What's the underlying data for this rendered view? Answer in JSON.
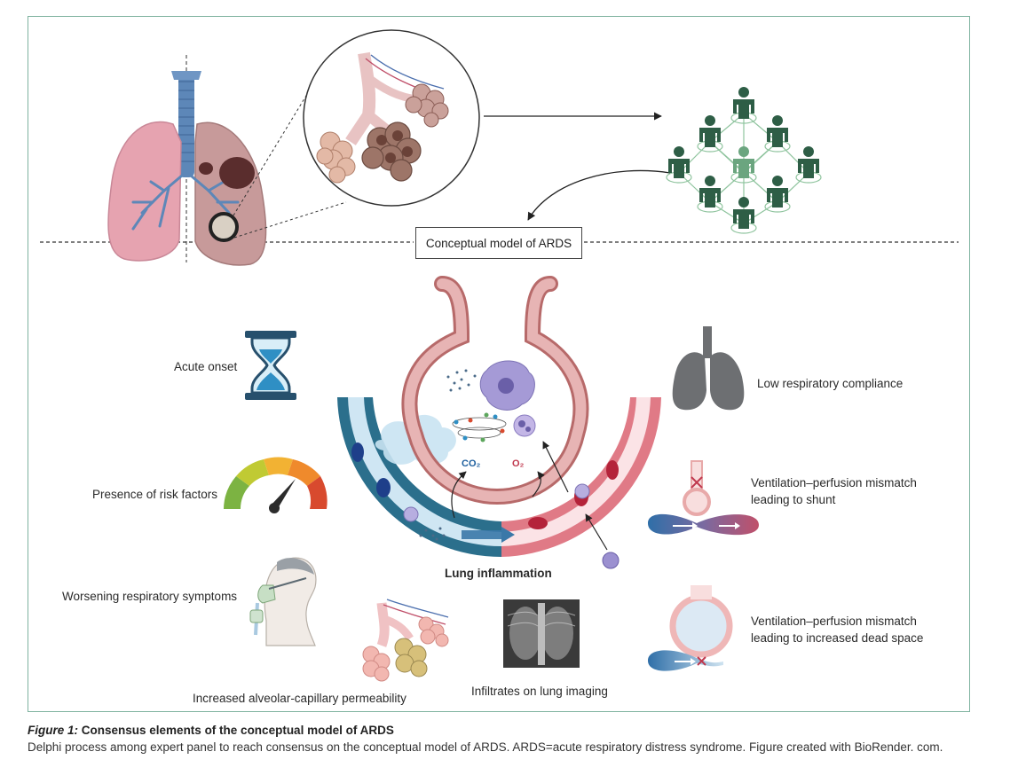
{
  "concept_box": "Conceptual model of ARDS",
  "labels": {
    "acute_onset": "Acute onset",
    "risk_factors": "Presence of risk factors",
    "worsening": "Worsening respiratory symptoms",
    "permeability": "Increased alveolar-capillary permeability",
    "infiltrates": "Infiltrates on lung imaging",
    "lung_inflammation": "Lung inflammation",
    "low_compliance": "Low respiratory compliance",
    "shunt": "Ventilation–perfusion mismatch leading to shunt",
    "dead_space": "Ventilation–perfusion mismatch leading to increased dead space",
    "co2": "CO₂",
    "o2": "O₂"
  },
  "caption": {
    "figure_label": "Figure 1:",
    "title": " Consensus elements of the conceptual model of ARDS",
    "body": "Delphi process among expert panel to reach consensus on the conceptual model of ARDS. ARDS=acute respiratory distress syndrome. Figure created with BioRender. com."
  },
  "colors": {
    "frame": "#7fb3a0",
    "expert_dark": "#2e5e46",
    "expert_light": "#6ba57f",
    "vessel_blue": "#2b6f8c",
    "vessel_red": "#e07a86",
    "alveolus_wall": "#c98a8a",
    "gauge": [
      "#7cb342",
      "#c0ca33",
      "#f2b233",
      "#ef8a2c",
      "#d84a2e"
    ]
  },
  "icons": [
    "lungs-icon",
    "magnifier-icon",
    "alveoli-icon",
    "expert-network-icon",
    "hourglass-icon",
    "gauge-icon",
    "oxygen-mask-icon",
    "xray-icon",
    "lung-silhouette-icon",
    "shunt-icon",
    "dead-space-icon"
  ]
}
